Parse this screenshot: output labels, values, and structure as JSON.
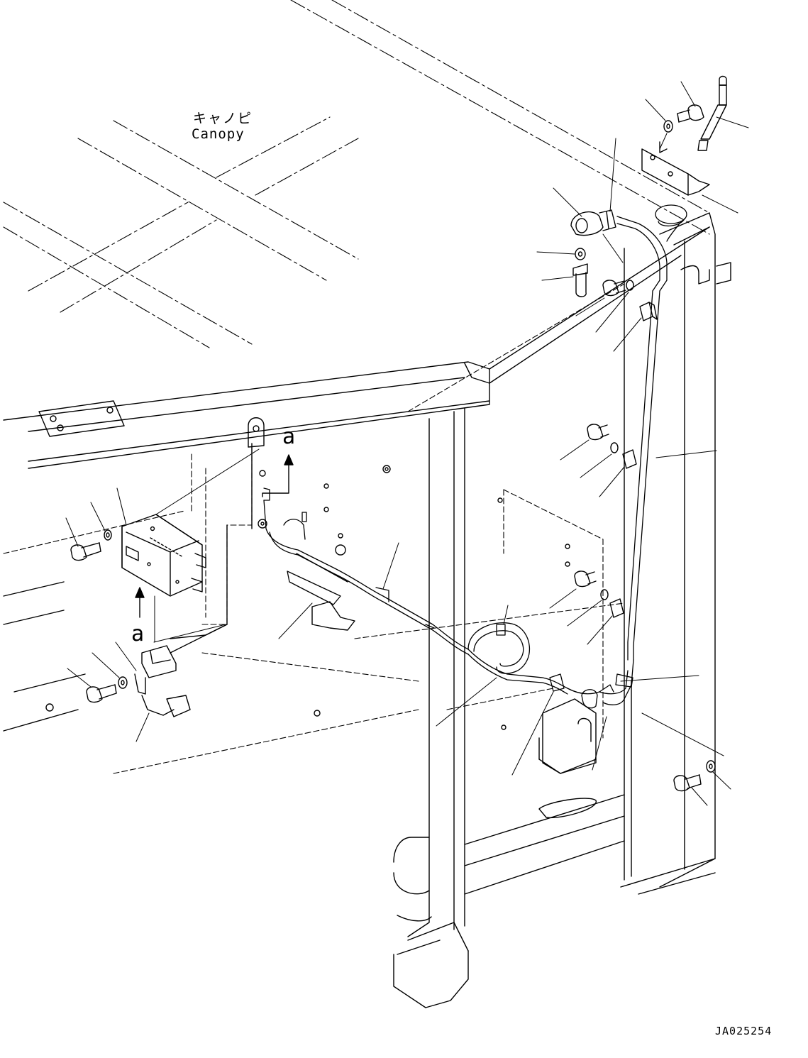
{
  "labels": {
    "canopy_jp": "キャノピ",
    "canopy_en": "Canopy",
    "view_marker_upper": "a",
    "view_marker_lower": "a",
    "drawing_number": "JA025254"
  },
  "colors": {
    "line": "#000000",
    "background": "#ffffff"
  }
}
